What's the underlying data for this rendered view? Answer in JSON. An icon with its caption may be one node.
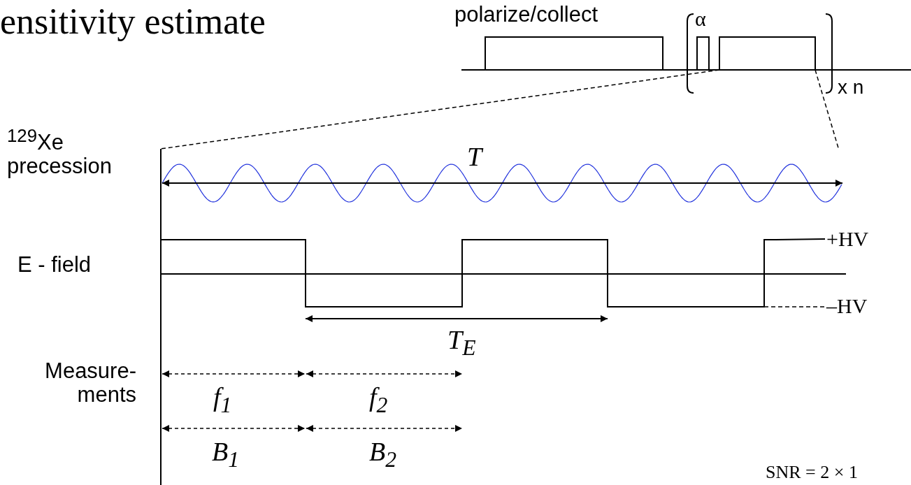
{
  "diagram": {
    "title": "ensitivity estimate",
    "labels": [
      "polarize/collect",
      "α",
      "x n",
      "$^{129}$Xe precession",
      "T",
      "E - field",
      "+HV",
      "–HV",
      "T$_{E}$",
      "Measure- ments",
      "f$_{1}$",
      "f$_{2}$",
      "B$_{1}$",
      "B$_{2}$",
      "SNR = 2 × 1"
    ]
  }
}
